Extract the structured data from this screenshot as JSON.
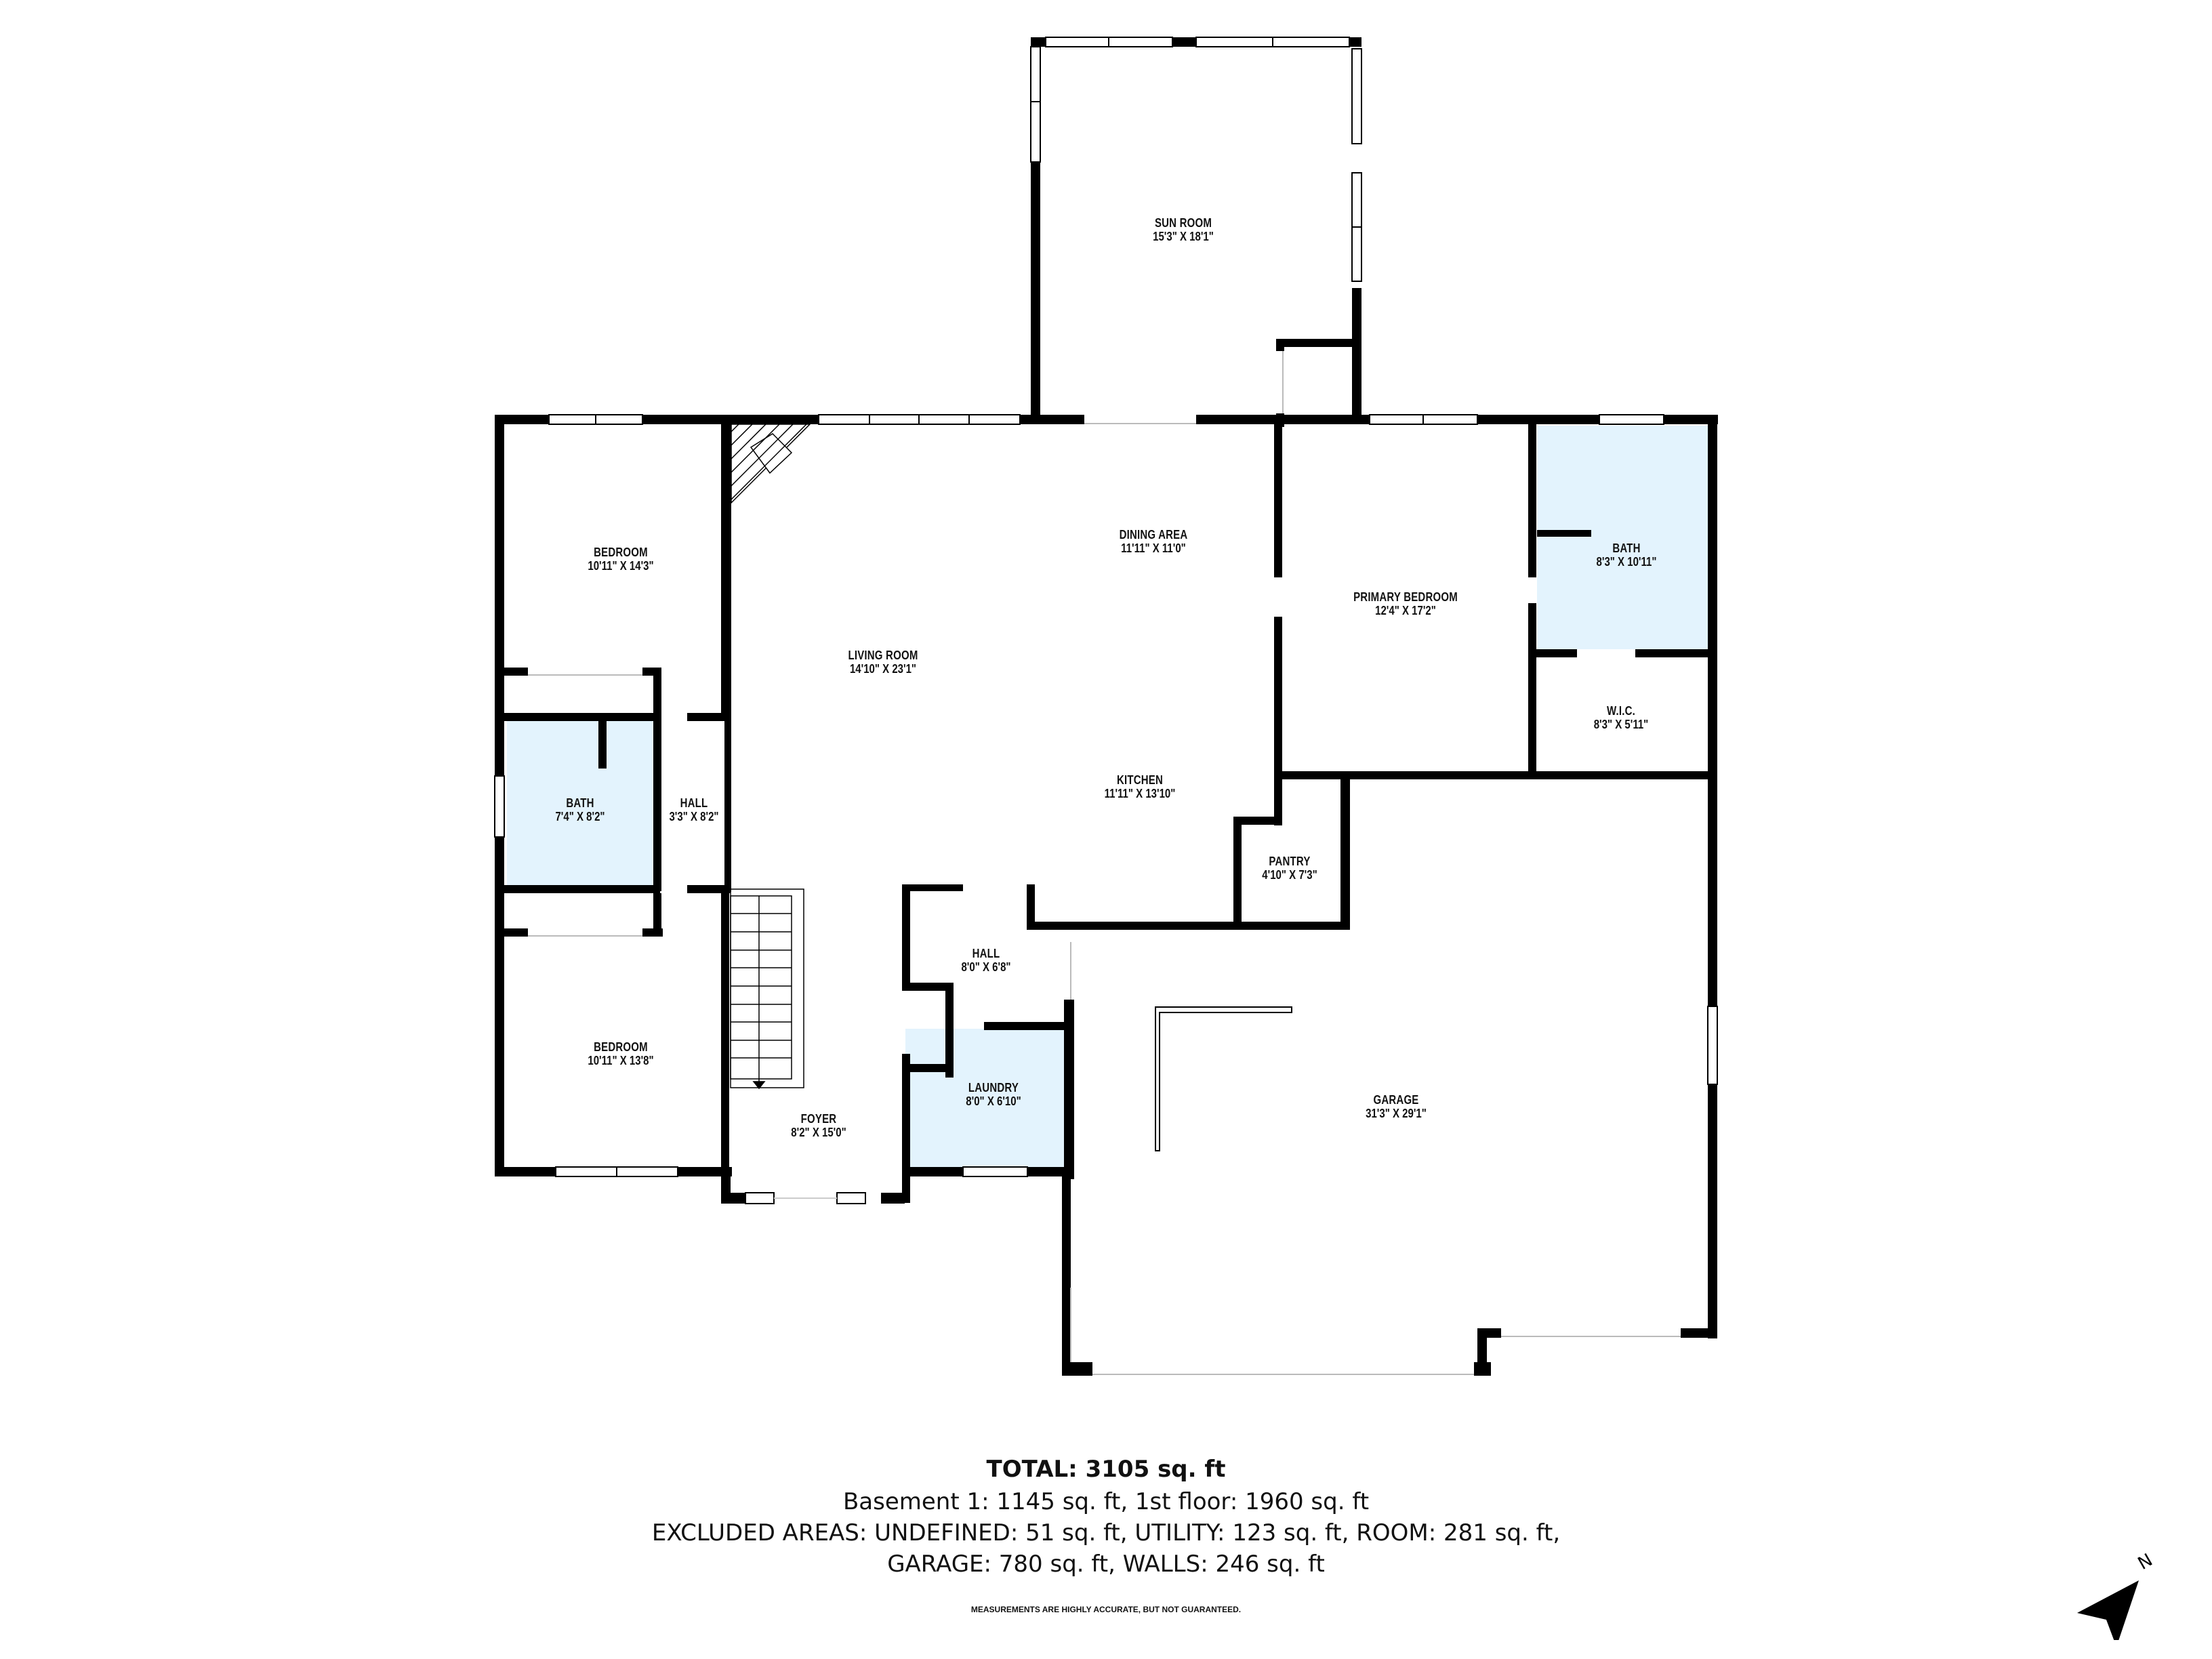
{
  "rooms": [
    {
      "id": "sun-room",
      "name": "SUN ROOM",
      "dims": "15'3\" X 18'1\""
    },
    {
      "id": "bedroom-1",
      "name": "BEDROOM",
      "dims": "10'11\" X 14'3\""
    },
    {
      "id": "dining-area",
      "name": "DINING AREA",
      "dims": "11'11\" X 11'0\""
    },
    {
      "id": "living-room",
      "name": "LIVING ROOM",
      "dims": "14'10\" X 23'1\""
    },
    {
      "id": "primary-bedroom",
      "name": "PRIMARY BEDROOM",
      "dims": "12'4\" X 17'2\""
    },
    {
      "id": "primary-bath",
      "name": "BATH",
      "dims": "8'3\" X 10'11\""
    },
    {
      "id": "wic",
      "name": "W.I.C.",
      "dims": "8'3\" X 5'11\""
    },
    {
      "id": "kitchen",
      "name": "KITCHEN",
      "dims": "11'11\" X 13'10\""
    },
    {
      "id": "bath-2",
      "name": "BATH",
      "dims": "7'4\" X 8'2\""
    },
    {
      "id": "hall-1",
      "name": "HALL",
      "dims": "3'3\" X 8'2\""
    },
    {
      "id": "pantry",
      "name": "PANTRY",
      "dims": "4'10\" X 7'3\""
    },
    {
      "id": "hall-2",
      "name": "HALL",
      "dims": "8'0\" X 6'8\""
    },
    {
      "id": "bedroom-2",
      "name": "BEDROOM",
      "dims": "10'11\" X 13'8\""
    },
    {
      "id": "laundry",
      "name": "LAUNDRY",
      "dims": "8'0\" X 6'10\""
    },
    {
      "id": "foyer",
      "name": "FOYER",
      "dims": "8'2\" X 15'0\""
    },
    {
      "id": "garage",
      "name": "GARAGE",
      "dims": "31'3\" X 29'1\""
    }
  ],
  "summary": {
    "total": "TOTAL: 3105 sq. ft",
    "floors": "Basement 1: 1145 sq. ft, 1st floor: 1960 sq. ft",
    "excluded_1": "EXCLUDED AREAS: UNDEFINED: 51 sq. ft, UTILITY: 123 sq. ft, ROOM: 281 sq. ft,",
    "excluded_2": "GARAGE: 780 sq. ft, WALLS: 246 sq. ft",
    "disclaimer": "MEASUREMENTS ARE HIGHLY ACCURATE, BUT NOT GUARANTEED."
  },
  "compass": {
    "label": "N",
    "icon": "north-arrow-icon"
  },
  "colors": {
    "wall": "#000000",
    "wet_room_fill": "#e3f3fd",
    "background": "#ffffff"
  }
}
